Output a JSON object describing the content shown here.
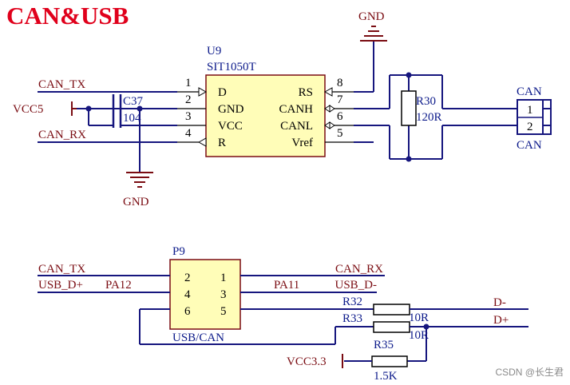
{
  "title": "CAN&USB",
  "u9": {
    "ref": "U9",
    "part": "SIT1050T",
    "left_pins": [
      {
        "num": "1",
        "name": "D"
      },
      {
        "num": "2",
        "name": "GND"
      },
      {
        "num": "3",
        "name": "VCC"
      },
      {
        "num": "4",
        "name": "R"
      }
    ],
    "right_pins": [
      {
        "num": "8",
        "name": "RS"
      },
      {
        "num": "7",
        "name": "CANH"
      },
      {
        "num": "6",
        "name": "CANL"
      },
      {
        "num": "5",
        "name": "Vref"
      }
    ]
  },
  "nets": {
    "can_tx": "CAN_TX",
    "can_rx": "CAN_RX",
    "vcc5": "VCC5",
    "gnd": "GND",
    "usb_dp": "USB_D+",
    "usb_dm": "USB_D-",
    "pa12": "PA12",
    "pa11": "PA11",
    "vcc33": "VCC3.3",
    "d_minus": "D-",
    "d_plus": "D+"
  },
  "c37": {
    "ref": "C37",
    "value": "104"
  },
  "r30": {
    "ref": "R30",
    "value": "120R"
  },
  "can_conn": {
    "label_top": "CAN",
    "label_bottom": "CAN",
    "pin1": "1",
    "pin2": "2"
  },
  "p9": {
    "ref": "P9",
    "name": "USB/CAN",
    "pins": [
      "2",
      "1",
      "4",
      "3",
      "6",
      "5"
    ]
  },
  "r32": {
    "ref": "R32",
    "value": "10R"
  },
  "r33": {
    "ref": "R33",
    "value": "10R"
  },
  "r35": {
    "ref": "R35",
    "value": "1.5K"
  },
  "watermark": "CSDN @长生君",
  "colors": {
    "wire": "#16167e",
    "power_symbol": "#7a0c12",
    "component_fill": "#fffdb8",
    "title": "#e0001b"
  }
}
